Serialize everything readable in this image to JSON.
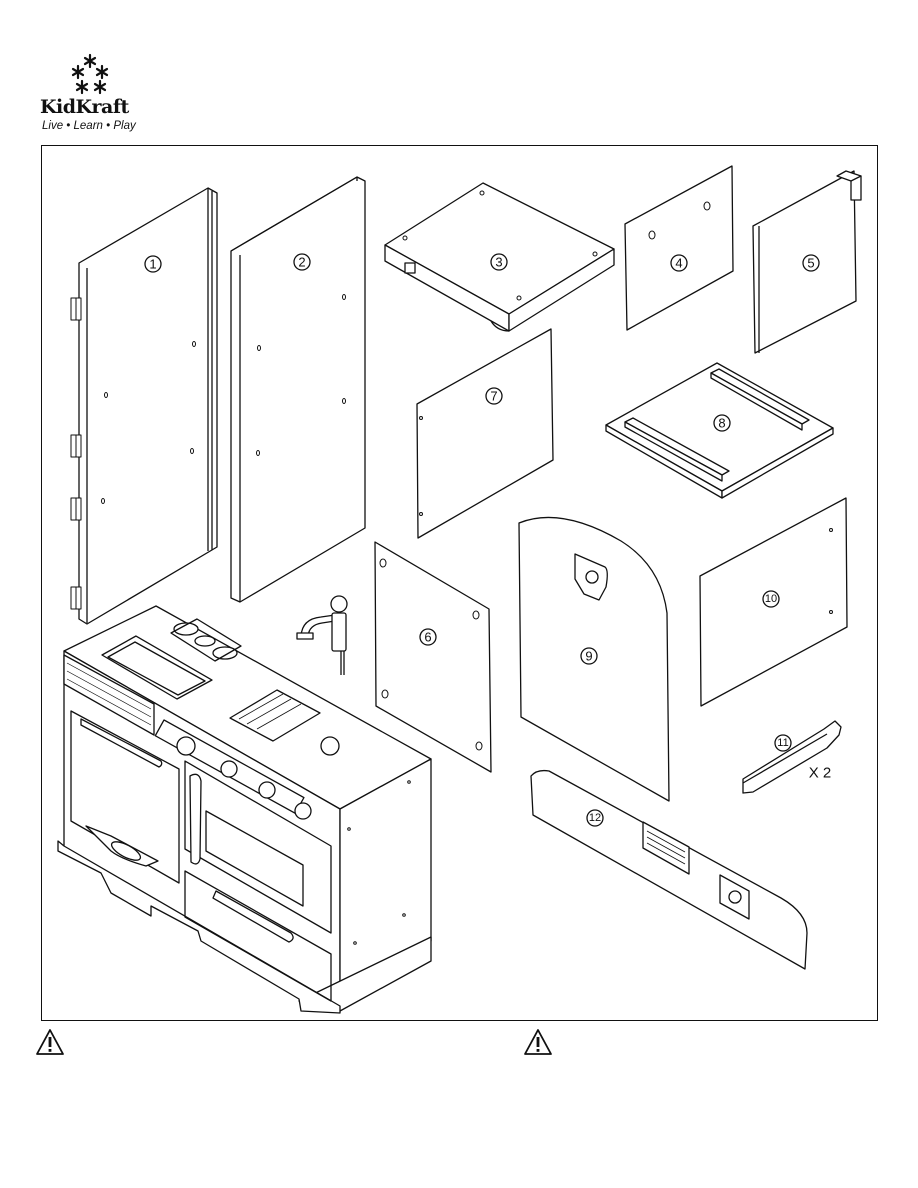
{
  "brand": {
    "name": "KidKraft",
    "tagline": "Live • Learn • Play"
  },
  "parts": [
    {
      "number": "1"
    },
    {
      "number": "2"
    },
    {
      "number": "3"
    },
    {
      "number": "4"
    },
    {
      "number": "5"
    },
    {
      "number": "6"
    },
    {
      "number": "7"
    },
    {
      "number": "8"
    },
    {
      "number": "9"
    },
    {
      "number": "10"
    },
    {
      "number": "11"
    },
    {
      "number": "12"
    }
  ],
  "quantity_note": "X 2",
  "warnings": [
    {
      "icon": "warning-triangle-icon"
    },
    {
      "icon": "warning-triangle-icon"
    }
  ]
}
